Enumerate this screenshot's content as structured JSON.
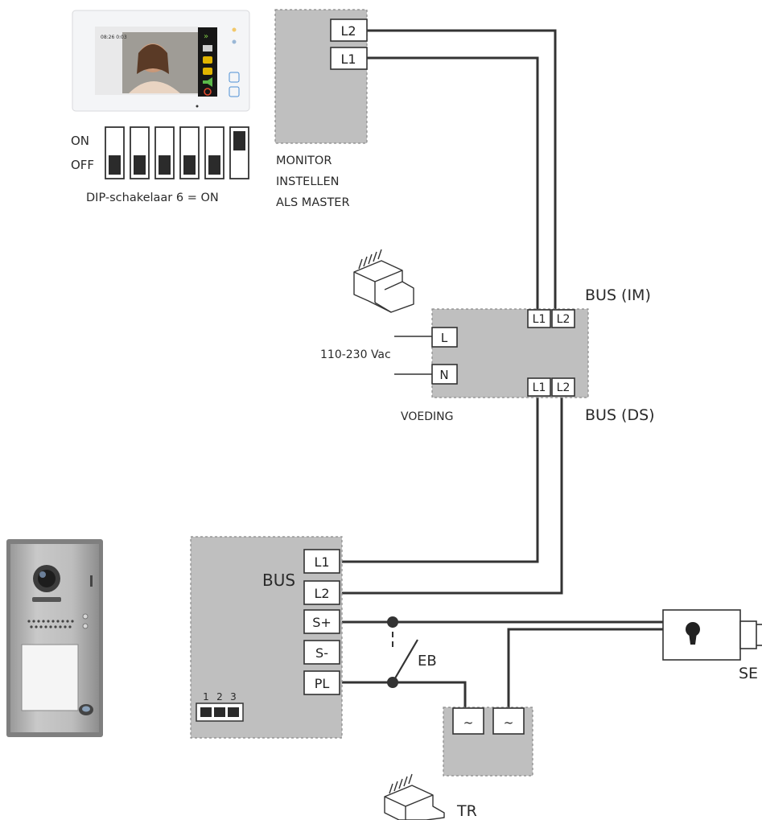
{
  "dip_switch": {
    "on_label": "ON",
    "off_label": "OFF",
    "caption": "DIP-schakelaar 6 = ON",
    "switch_positions": [
      "off",
      "off",
      "off",
      "off",
      "off",
      "on"
    ]
  },
  "monitor": {
    "screen_time": "08:26  0:03",
    "terminals": [
      "L2",
      "L1"
    ],
    "label_lines": [
      "MONITOR",
      "INSTELLEN",
      "ALS MASTER"
    ]
  },
  "power_supply": {
    "top_terminals": [
      "L1",
      "L2"
    ],
    "bottom_terminals": [
      "L1",
      "L2"
    ],
    "mains_terminals": [
      "L",
      "N"
    ],
    "mains_label": "110-230 Vac",
    "label": "VOEDING",
    "bus_im_label": "BUS (IM)",
    "bus_ds_label": "BUS (DS)"
  },
  "door_station": {
    "bus_label": "BUS",
    "terminals": [
      "L1",
      "L2",
      "S+",
      "S-",
      "PL"
    ],
    "jumper_numbers": [
      "1",
      "2",
      "3"
    ]
  },
  "switch_eb": {
    "label": "EB"
  },
  "transformer": {
    "label": "TR",
    "terminals": [
      "~",
      "~"
    ]
  },
  "electric_lock": {
    "label": "SE"
  },
  "colors": {
    "wire": "#333333",
    "module_fill": "#bfbfbf",
    "plate_metal": "#b5b5b5"
  }
}
